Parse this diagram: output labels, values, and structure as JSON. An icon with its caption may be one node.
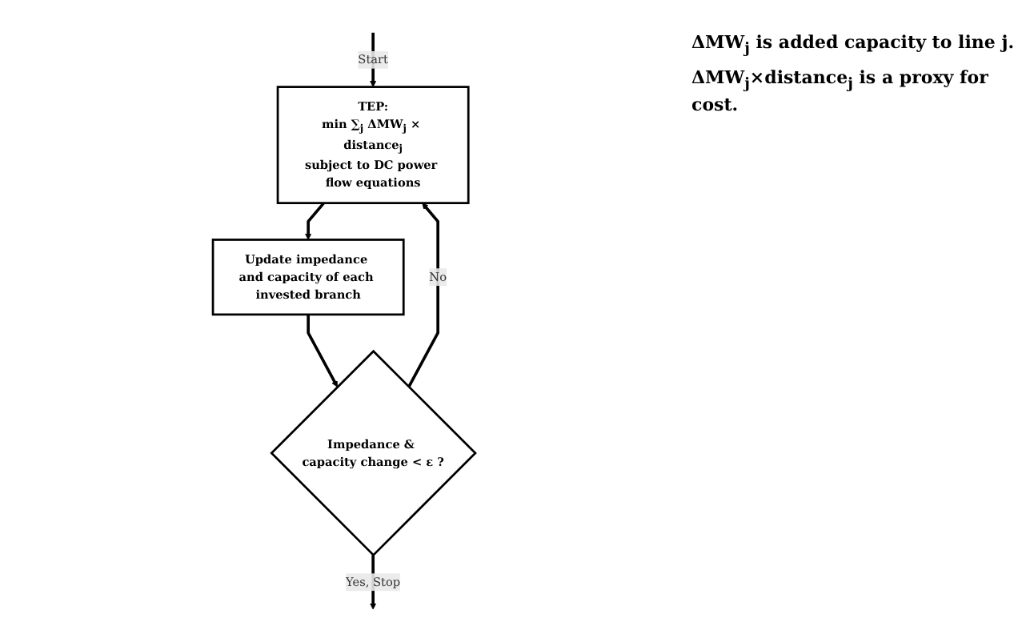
{
  "diagram": {
    "nodes": [
      {
        "text": [
          "TEP:",
          "min ∑$_{j}$ ΔMW$_{j}$ × distance$_{j}$",
          "subject to DC power flow equations"
        ]
      },
      {
        "text": [
          "Update impedance and capacity of each invested branch"
        ]
      },
      {
        "text": [
          "Impedance & capacity change < ε ?"
        ]
      }
    ],
    "edges": [
      {
        "from": null,
        "to": 0,
        "arrow": "to",
        "label": "Start"
      },
      {
        "from": 0,
        "to": 1,
        "arrow": "to"
      },
      {
        "from": 1,
        "to": 2,
        "arrow": "to"
      },
      {
        "from": 2,
        "to": 0,
        "arrow": "to",
        "label": "No"
      },
      {
        "from": 2,
        "to": null,
        "arrow": "to",
        "label": "Yes, Stop"
      }
    ],
    "labels": [
      "ΔMW$_{j}$ is added capacity to line j.",
      "ΔMW$_{j}$×distance$_{j}$ is a proxy for cost."
    ]
  }
}
